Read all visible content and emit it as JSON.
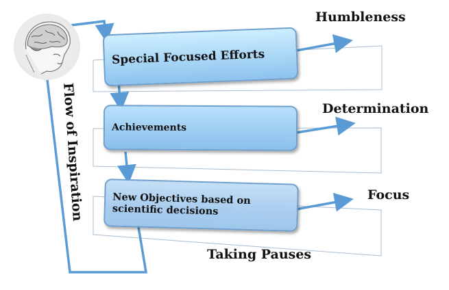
{
  "diagram": {
    "title_vertical": "Flow of Inspiration",
    "boxes": [
      {
        "label": "Special Focused Efforts"
      },
      {
        "label": "Achievements"
      },
      {
        "label_line1": "New Objectives based on",
        "label_line2": "scientific decisions"
      }
    ],
    "outcomes": [
      {
        "label": "Humbleness"
      },
      {
        "label": "Determination"
      },
      {
        "label": "Focus"
      }
    ],
    "bottom_label": "Taking Pauses",
    "colors": {
      "arrow": "#5b9bd5",
      "outline": "#a9bccd",
      "box_border": "#6f9fcc"
    }
  }
}
